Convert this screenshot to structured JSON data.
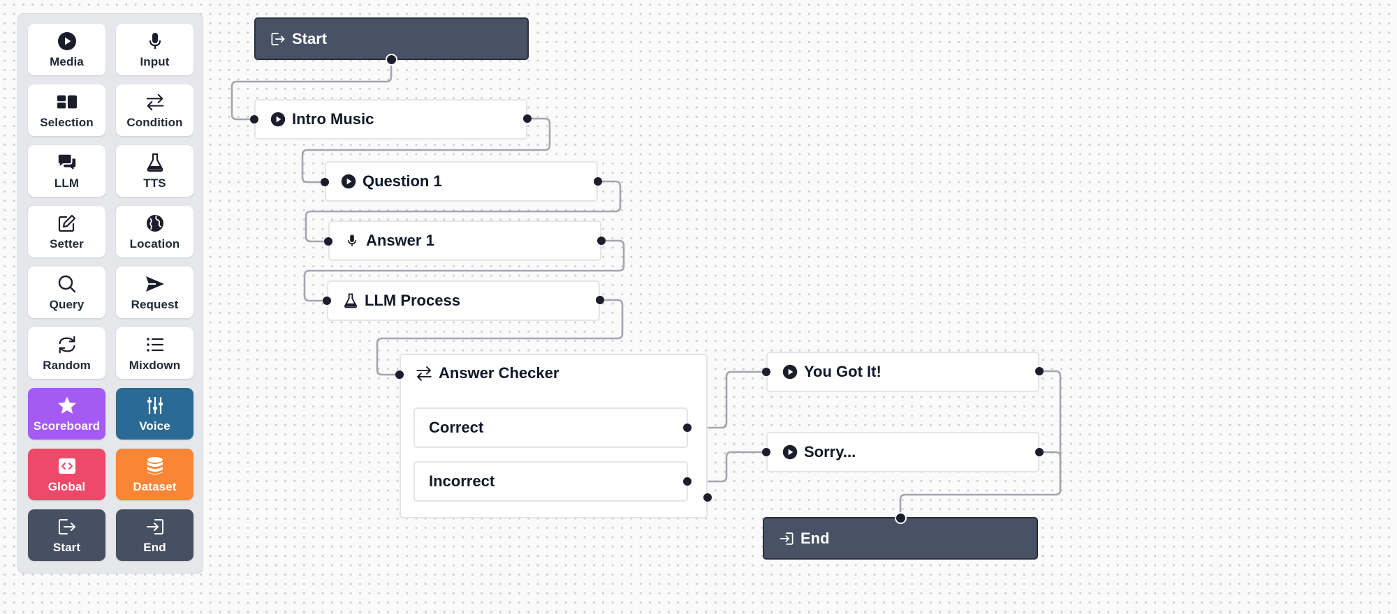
{
  "palette": {
    "tiles": [
      {
        "label": "Media",
        "icon": "play-circle-icon"
      },
      {
        "label": "Input",
        "icon": "microphone-icon"
      },
      {
        "label": "Selection",
        "icon": "selection-blocks-icon"
      },
      {
        "label": "Condition",
        "icon": "swap-arrows-icon"
      },
      {
        "label": "LLM",
        "icon": "chat-bubbles-icon"
      },
      {
        "label": "TTS",
        "icon": "flask-icon"
      },
      {
        "label": "Setter",
        "icon": "edit-pencil-icon"
      },
      {
        "label": "Location",
        "icon": "globe-icon"
      },
      {
        "label": "Query",
        "icon": "search-icon"
      },
      {
        "label": "Request",
        "icon": "send-icon"
      },
      {
        "label": "Random",
        "icon": "refresh-icon"
      },
      {
        "label": "Mixdown",
        "icon": "list-icon"
      },
      {
        "label": "Scoreboard",
        "icon": "star-icon",
        "color": "#a65af4"
      },
      {
        "label": "Voice",
        "icon": "sliders-icon",
        "color": "#2a6a94"
      },
      {
        "label": "Global",
        "icon": "code-icon",
        "color": "#ee4968"
      },
      {
        "label": "Dataset",
        "icon": "database-icon",
        "color": "#fa8535"
      },
      {
        "label": "Start",
        "icon": "logout-icon",
        "color": "#475063"
      },
      {
        "label": "End",
        "icon": "login-icon",
        "color": "#475063"
      }
    ]
  },
  "flow": {
    "start": {
      "label": "Start",
      "icon": "logout-icon"
    },
    "intro_music": {
      "label": "Intro Music",
      "icon": "play-circle-icon"
    },
    "question_1": {
      "label": "Question 1",
      "icon": "play-circle-icon"
    },
    "answer_1": {
      "label": "Answer 1",
      "icon": "microphone-icon"
    },
    "llm_process": {
      "label": "LLM Process",
      "icon": "flask-icon"
    },
    "answer_checker": {
      "label": "Answer Checker",
      "icon": "swap-arrows-icon",
      "branches": [
        {
          "label": "Correct"
        },
        {
          "label": "Incorrect"
        }
      ]
    },
    "you_got_it": {
      "label": "You Got It!",
      "icon": "play-circle-icon"
    },
    "sorry": {
      "label": "Sorry...",
      "icon": "play-circle-icon"
    },
    "end": {
      "label": "End",
      "icon": "login-icon"
    }
  },
  "colors": {
    "terminal_node": "#485165",
    "edge": "#a3a6ad",
    "port": "#1c1d2b",
    "scoreboard": "#a65af4",
    "voice": "#2a6a94",
    "global": "#ee4968",
    "dataset": "#fa8535"
  }
}
